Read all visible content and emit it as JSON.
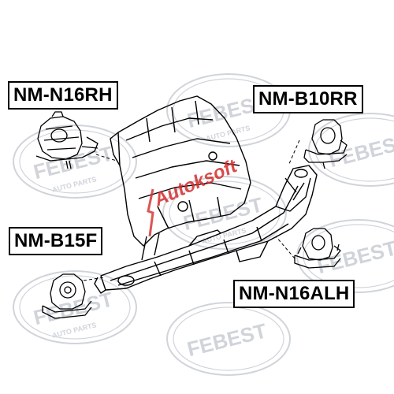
{
  "parts": [
    {
      "id": "n16rh",
      "code": "NM-N16RH"
    },
    {
      "id": "b10rr",
      "code": "NM-B10RR"
    },
    {
      "id": "b15f",
      "code": "NM-B15F"
    },
    {
      "id": "n16alh",
      "code": "NM-N16ALH"
    }
  ],
  "watermark": {
    "brand": "FEBEST",
    "tagline": "AUTO PARTS"
  },
  "overlay_logo": {
    "text": "Autoksoft"
  },
  "colors": {
    "line": "#000000",
    "watermark": "#d0d4da",
    "overlay_logo": "#d42a2a",
    "background": "#ffffff"
  }
}
